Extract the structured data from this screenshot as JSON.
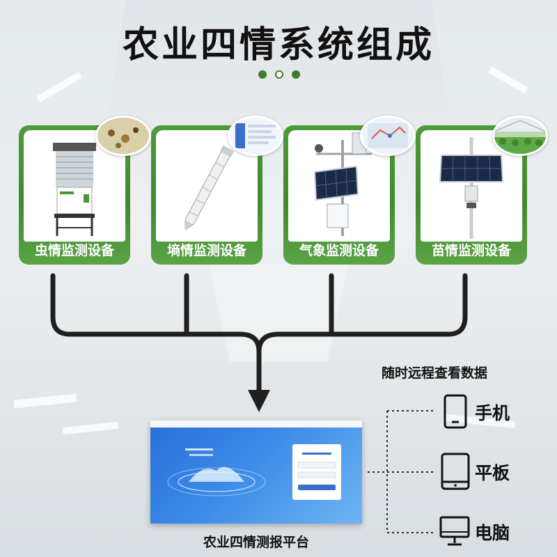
{
  "title": "农业四情系统组成",
  "colors": {
    "accent": "#3f7a2e",
    "card_green": "#4a9636",
    "connector": "#1f1f1f",
    "text": "#111111"
  },
  "devices": [
    {
      "label": "虫情监测设备",
      "icon": "insect-trap-icon"
    },
    {
      "label": "墒情监测设备",
      "icon": "soil-probe-icon"
    },
    {
      "label": "气象监测设备",
      "icon": "weather-station-icon"
    },
    {
      "label": "苗情监测设备",
      "icon": "crop-camera-icon"
    }
  ],
  "platform": {
    "label": "农业四情测报平台"
  },
  "remote": {
    "label": "随时远程查看数据",
    "items": [
      {
        "label": "手机",
        "icon": "phone-icon"
      },
      {
        "label": "平板",
        "icon": "tablet-icon"
      },
      {
        "label": "电脑",
        "icon": "computer-icon"
      }
    ]
  }
}
